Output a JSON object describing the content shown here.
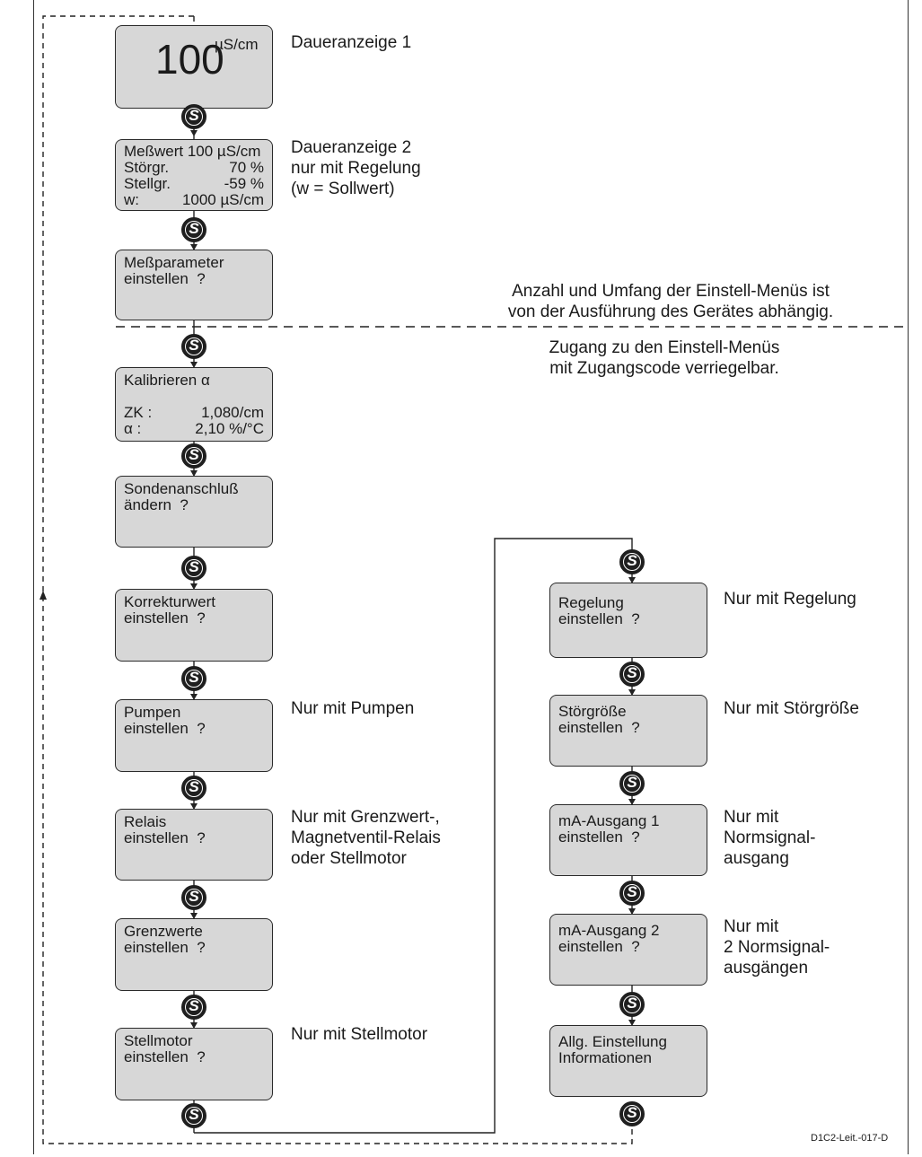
{
  "boxes": {
    "display1": {
      "value": "100",
      "unit": "µS/cm"
    },
    "display2": {
      "rows": [
        {
          "k": "Meßwert 100 µS/cm",
          "v": ""
        },
        {
          "k": "Störgr.",
          "v": "70 %"
        },
        {
          "k": "Stellgr.",
          "v": "-59 %"
        },
        {
          "k": "w:",
          "v": "1000 µS/cm"
        }
      ]
    },
    "messparameter": [
      "Meßparameter",
      "einstellen  ?"
    ],
    "kalibrieren": {
      "title": "Kalibrieren α",
      "rows": [
        {
          "k": "ZK :",
          "v": "1,080/cm"
        },
        {
          "k": "α :",
          "v": "2,10 %/°C"
        }
      ]
    },
    "sondenanschluss": [
      "Sondenanschluß",
      "ändern  ?"
    ],
    "korrekturwert": [
      "Korrekturwert",
      "einstellen  ?"
    ],
    "pumpen": [
      "Pumpen",
      "einstellen  ?"
    ],
    "relais": [
      "Relais",
      "einstellen  ?"
    ],
    "grenzwerte": [
      "Grenzwerte",
      "einstellen  ?"
    ],
    "stellmotor": [
      "Stellmotor",
      "einstellen  ?"
    ],
    "regelung": [
      "Regelung",
      "einstellen  ?"
    ],
    "stoergroesse": [
      "Störgröße",
      "einstellen  ?"
    ],
    "ma1": [
      "mA-Ausgang 1",
      "einstellen  ?"
    ],
    "ma2": [
      "mA-Ausgang 2",
      "einstellen  ?"
    ],
    "allg": [
      "Allg. Einstellung",
      "Informationen"
    ]
  },
  "notes": {
    "display1": "Daueranzeige 1",
    "display2": "Daueranzeige 2\nnur mit Regelung\n(w = Sollwert)",
    "menus": "Anzahl und Umfang der Einstell-Menüs ist\nvon der Ausführung des Gerätes abhängig.",
    "access": "Zugang zu den Einstell-Menüs\nmit Zugangscode verriegelbar.",
    "pumpen": "Nur mit Pumpen",
    "relais": "Nur mit Grenzwert-,\nMagnetventil-Relais\noder Stellmotor",
    "stellmotor": "Nur mit Stellmotor",
    "regelung": "Nur mit Regelung",
    "stoergroesse": "Nur mit Störgröße",
    "ma1": "Nur mit\nNormsignal-\nausgang",
    "ma2": "Nur mit\n2 Normsignal-\nausgängen"
  },
  "key_symbol": "S",
  "drawing_code": "D1C2-Leit.-017-D"
}
